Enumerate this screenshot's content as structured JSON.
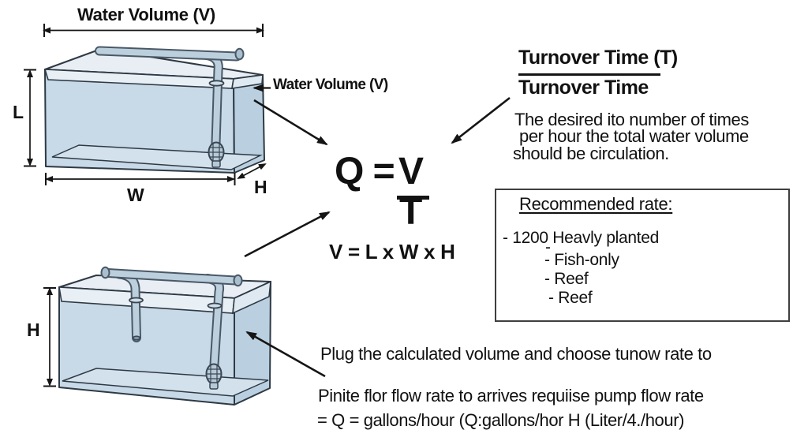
{
  "tank_top": {
    "title": "Water Volume (V)",
    "callout": "Water Volume (V)",
    "length_label": "L",
    "width_label": "W",
    "height_label": "H"
  },
  "tank_bottom": {
    "height_label": "H"
  },
  "formula": {
    "lhs": "Q =",
    "numerator": "V",
    "denominator": "T",
    "volume": "V = L x W x H"
  },
  "turnover": {
    "heading": "Turnover Time (T)",
    "subheading": "Turnover Time",
    "desc_line1": "The desired ito number of times",
    "desc_line2": "per hour the total water volume",
    "desc_line3": "should be circulation."
  },
  "recommended": {
    "heading": "Recommended rate:",
    "item1": "- 1200 Heavly planted",
    "item2": "-",
    "item3": "- Fish-only",
    "item4": "- Reef",
    "item5": "- Reef"
  },
  "footer": {
    "line1": "Plug the calculated volume and choose tunow rate to",
    "line2": "Pinite flor flow rate to arrives requiise pump flow rate",
    "line3": "= Q = gallons/hour (Q:gallons/hor H (Liter/4./hour)"
  },
  "colors": {
    "tank_front": "#c8dae8",
    "tank_side": "#bad0e1",
    "tank_top_face": "#e8eef4",
    "pipe": "#bccfdc",
    "outline": "#2e3944",
    "text": "#111111"
  }
}
